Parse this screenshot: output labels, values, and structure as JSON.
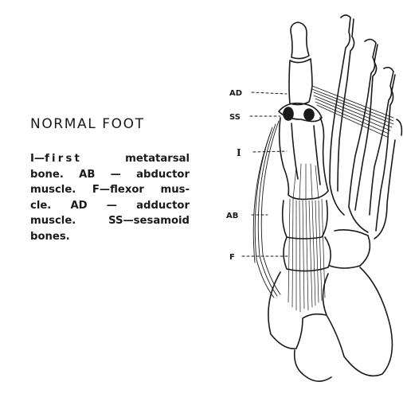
{
  "title": "NORMAL FOOT",
  "caption": {
    "line1a": "I—",
    "line1b": "first",
    "line1c": " metatarsal",
    "line2": "bone. AB — abductor",
    "line3": "muscle. F—flexor mus-",
    "line4": "cle.   AD — adductor",
    "line5": "muscle. SS—sesamoid",
    "line6": "bones."
  },
  "labels": {
    "ad": "AD",
    "ss": "SS",
    "i": "I",
    "ab": "AB",
    "f": "F"
  }
}
